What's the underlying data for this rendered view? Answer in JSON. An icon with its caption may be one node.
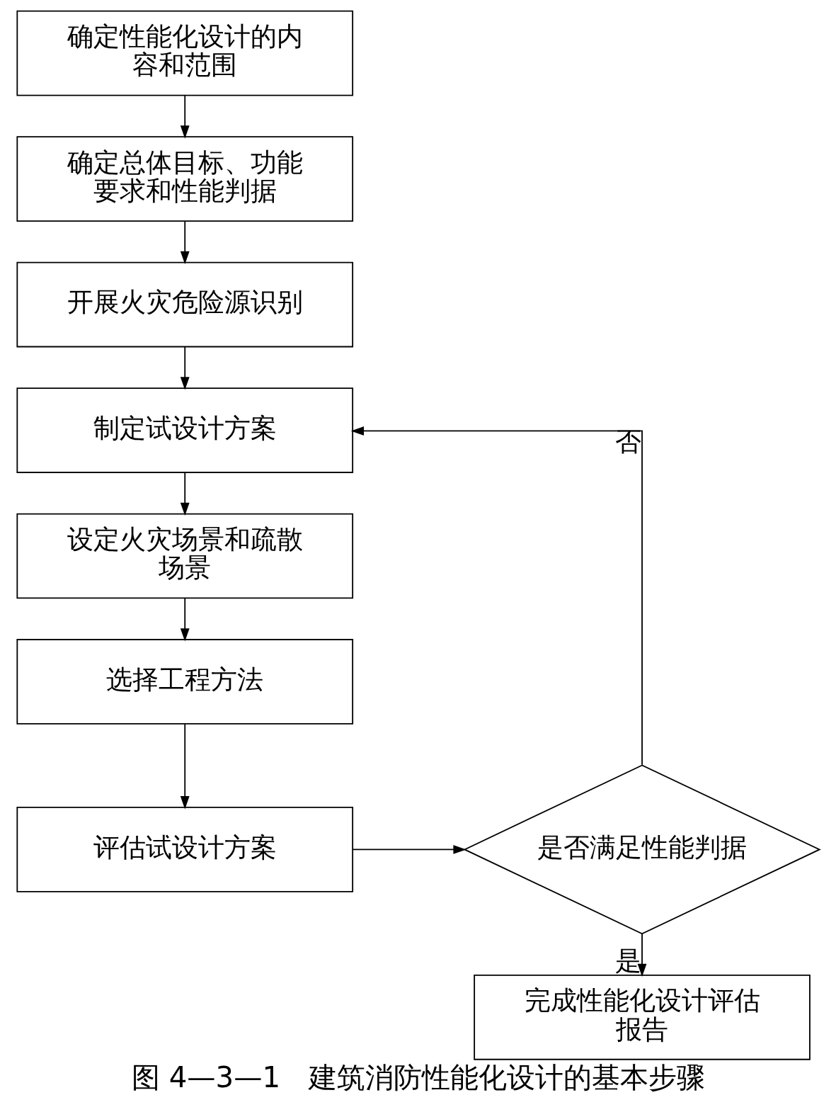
{
  "diagram": {
    "caption": "图 4—3—1　建筑消防性能化设计的基本步骤",
    "nodes": [
      {
        "text": [
          "确定性能化设计的内容和范围"
        ]
      },
      {
        "text": [
          "确定总体目标、功能要求和性能判据"
        ]
      },
      {
        "text": [
          "开展火灾危险源识别"
        ]
      },
      {
        "text": [
          "制定试设计方案"
        ]
      },
      {
        "text": [
          "设定火灾场景和疏散场景"
        ]
      },
      {
        "text": [
          "选择工程方法"
        ]
      },
      {
        "text": [
          "评估试设计方案"
        ]
      },
      {
        "text": [
          "是否满足性能判据"
        ]
      },
      {
        "text": [
          "完成性能化设计评估报告"
        ]
      }
    ],
    "edges": [
      {
        "from": 0,
        "to": 1,
        "arrow": "to"
      },
      {
        "from": 1,
        "to": 2,
        "arrow": "to"
      },
      {
        "from": 2,
        "to": 3,
        "arrow": "to"
      },
      {
        "from": 3,
        "to": 4,
        "arrow": "to"
      },
      {
        "from": 4,
        "to": 5,
        "arrow": "to"
      },
      {
        "from": 5,
        "to": 6,
        "arrow": "to"
      },
      {
        "from": 6,
        "to": 7,
        "arrow": "to"
      },
      {
        "from": 7,
        "to": 3,
        "arrow": "to",
        "label": "否"
      },
      {
        "from": 7,
        "to": 8,
        "arrow": "to",
        "label": "是"
      }
    ]
  }
}
